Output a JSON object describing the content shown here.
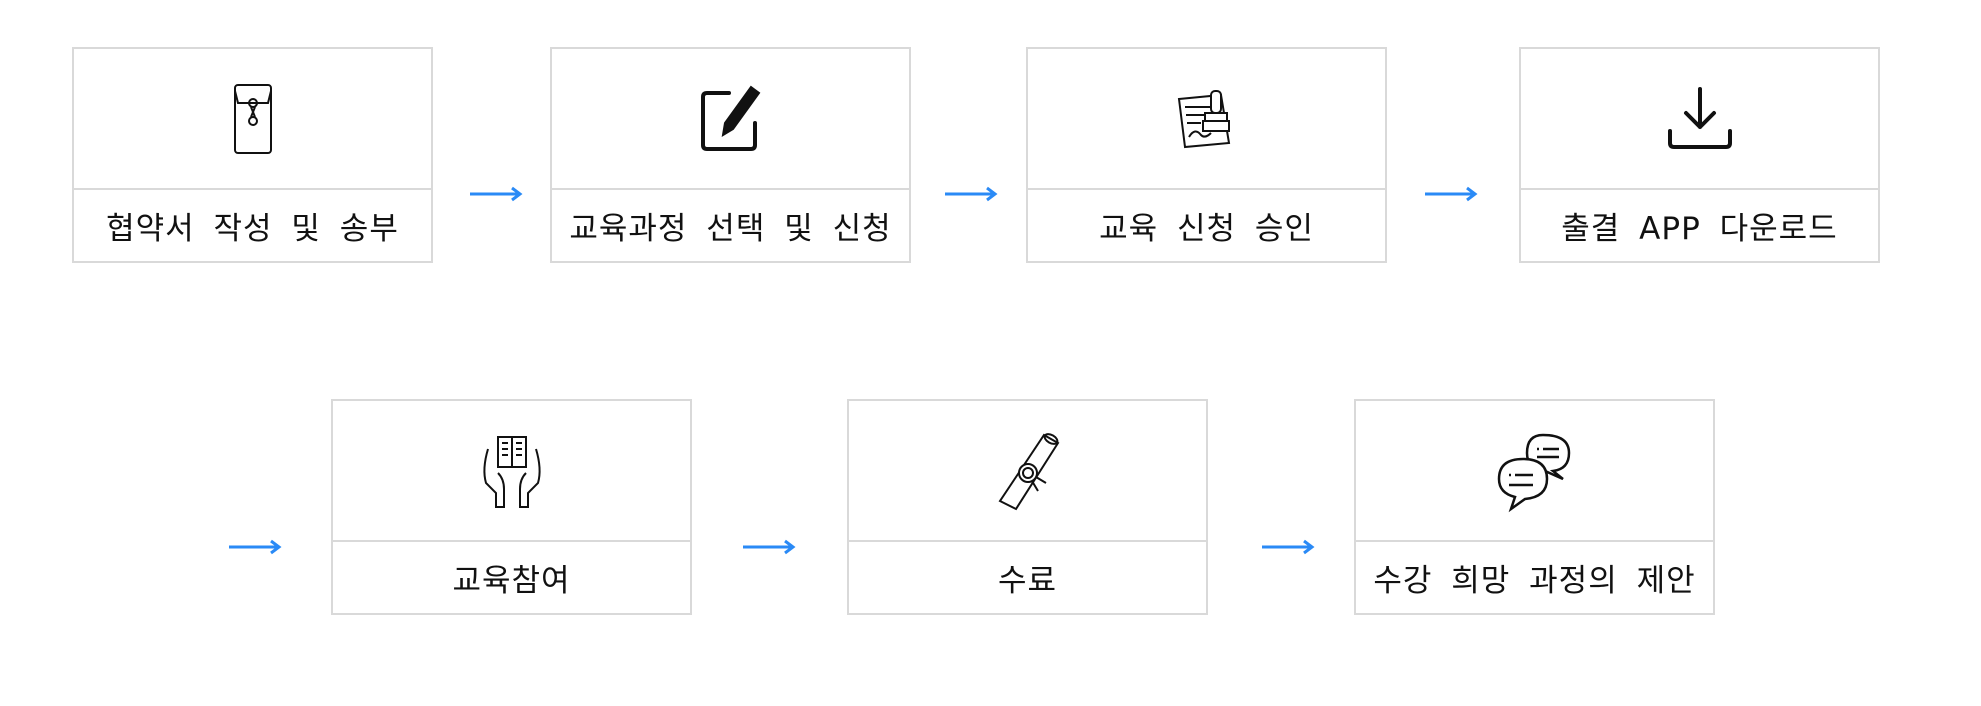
{
  "steps": [
    {
      "label": "협약서 작성 및 송부",
      "icon": "envelope-icon"
    },
    {
      "label": "교육과정 선택 및 신청",
      "icon": "edit-icon"
    },
    {
      "label": "교육 신청 승인",
      "icon": "stamp-document-icon"
    },
    {
      "label": "출결 APP 다운로드",
      "icon": "download-icon"
    },
    {
      "label": "교육참여",
      "icon": "hands-book-icon"
    },
    {
      "label": "수료",
      "icon": "diploma-icon"
    },
    {
      "label": "수강 희망 과정의 제안",
      "icon": "chat-bubbles-icon"
    }
  ],
  "colors": {
    "arrow": "#2a8af6",
    "border": "#d9d9d9"
  }
}
